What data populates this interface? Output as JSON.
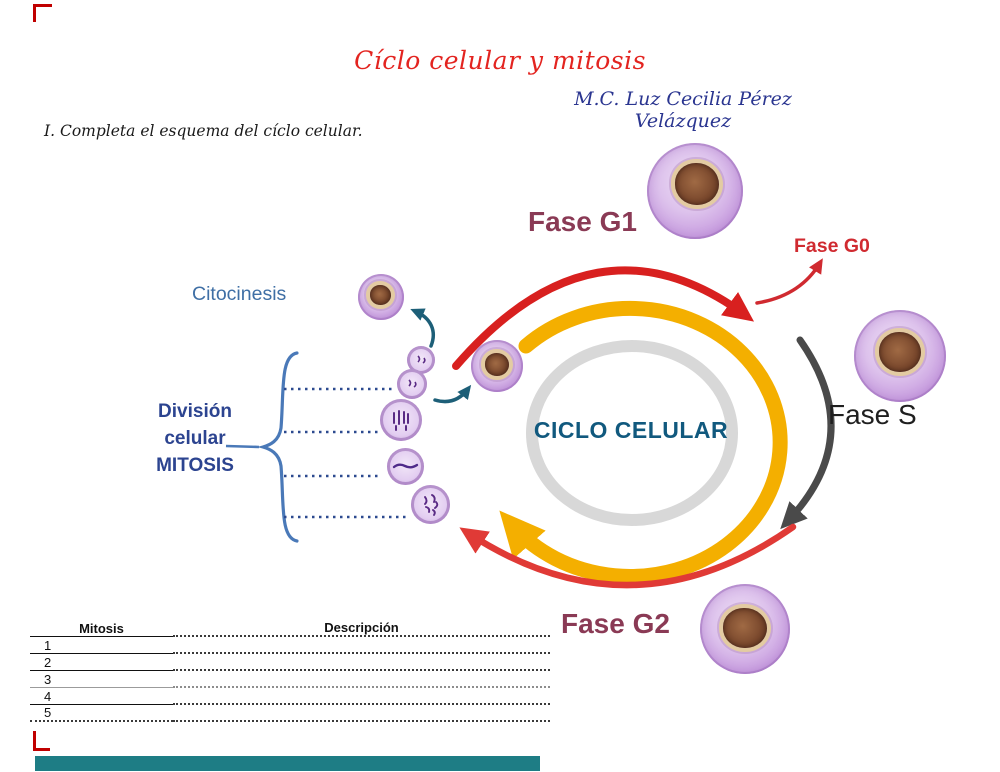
{
  "page": {
    "title": "Cíclo celular y mitosis",
    "author": "M.C. Luz Cecilia Pérez Velázquez",
    "instruction": "I. Completa el esquema del cíclo celular."
  },
  "diagram": {
    "center_label": "CICLO CELULAR",
    "phase_g1": "Fase G1",
    "phase_g0": "Fase G0",
    "phase_s": "Fase S",
    "phase_g2": "Fase G2",
    "citocinesis": "Citocinesis",
    "division": {
      "line1": "División",
      "line2": "celular",
      "line3": "MITOSIS"
    },
    "colors": {
      "cycle_red": "#d8201f",
      "cycle_yellow": "#f4af00",
      "cycle_dark_gray": "#4a4a4a",
      "cycle_light_gray": "#d8d8d8",
      "label_maroon": "#8a3a55",
      "label_red": "#d02a30",
      "citocinesis_blue": "#3f6fa5",
      "division_navy": "#2c4490",
      "center_blue": "#11597e",
      "teal_arrow": "#1d5f78",
      "cell_purple": "#c99fe0",
      "nucleus_brown": "#7c4a2e"
    }
  },
  "table": {
    "headers": {
      "mitosis": "Mitosis",
      "descripcion": "Descripción"
    },
    "rows": [
      {
        "num": "1",
        "answer": ""
      },
      {
        "num": "2",
        "answer": ""
      },
      {
        "num": "3",
        "answer": ""
      },
      {
        "num": "4",
        "answer": ""
      },
      {
        "num": "5",
        "answer": ""
      }
    ]
  },
  "footer": {
    "bar_color": "#1e7d85",
    "border_mark_color": "#c00000"
  }
}
